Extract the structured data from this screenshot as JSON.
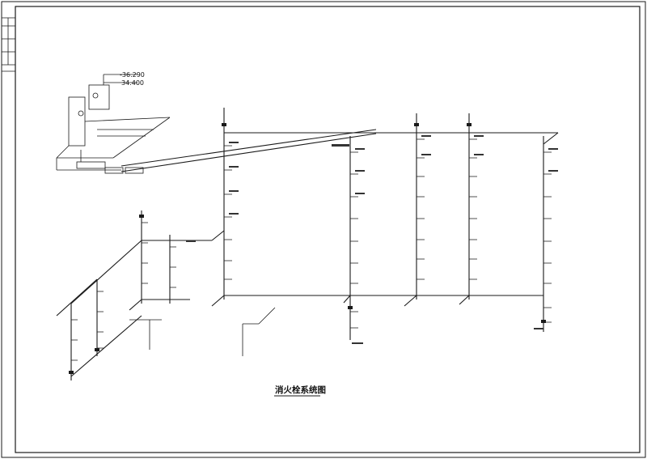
{
  "drawing": {
    "title": "消火栓系统图",
    "level_labels": {
      "top_level": "-36.290",
      "second_level": "34.400"
    }
  },
  "colors": {
    "line": "#1a1a1a",
    "background": "#ffffff"
  }
}
